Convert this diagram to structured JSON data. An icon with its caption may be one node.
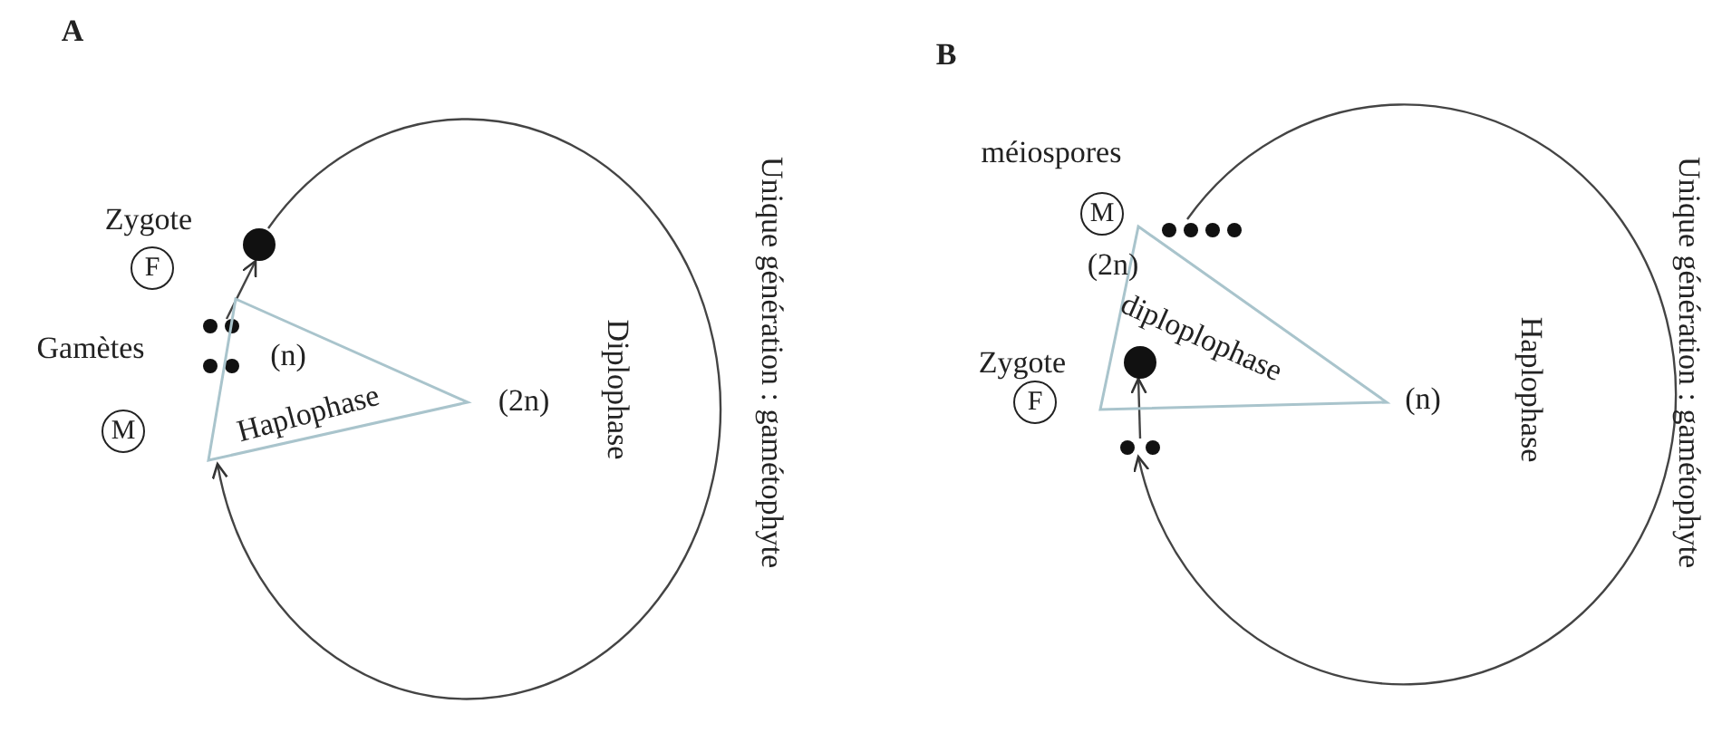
{
  "diagram": {
    "nodes": [
      {
        "text": [
          "F"
        ]
      },
      {
        "text": [],
        "shape": "circle"
      },
      {
        "text": [],
        "shape": "dots"
      },
      {
        "text": [
          "M"
        ]
      },
      {
        "text": [
          "(n)",
          "Haplophase"
        ]
      },
      {
        "text": [
          "M"
        ]
      },
      {
        "text": [],
        "shape": "dots"
      },
      {
        "text": [
          "diploplophase"
        ]
      },
      {
        "text": [],
        "shape": "circle",
        "in": 7
      },
      {
        "text": [
          "F"
        ]
      },
      {
        "text": [],
        "shape": "dots"
      }
    ],
    "edges": [
      {
        "from": 1,
        "to": 4,
        "arrow": "to"
      },
      {
        "from": 2,
        "to": 1,
        "arrow": "to"
      },
      {
        "from": 6,
        "to": 10,
        "arrow": "to"
      },
      {
        "from": 10,
        "to": 8,
        "arrow": "to"
      }
    ],
    "labels": [
      "A",
      "Zygote",
      "Gamètes",
      "(2n)",
      "Diplophase",
      "Unique génération : gamétophyte",
      "B",
      "méiospores",
      "(2n)",
      "Zygote",
      "(n)",
      "Haplophase",
      "Unique génération : gamétophyte"
    ]
  }
}
